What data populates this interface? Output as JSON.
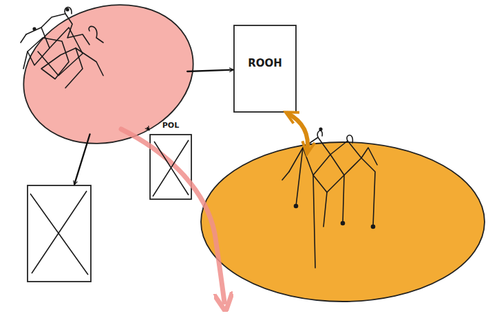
{
  "diagram": {
    "nodes": [
      {
        "text": []
      },
      {
        "text": [
          "ROOH"
        ]
      },
      {
        "text": [
          "POL"
        ]
      },
      {
        "text": []
      },
      {
        "text": []
      }
    ],
    "edges": [
      {
        "from": 0,
        "to": 1,
        "arrow": "to"
      },
      {
        "from": 0,
        "to": 2,
        "arrow": "to"
      },
      {
        "from": 0,
        "to": 3,
        "arrow": "to"
      },
      {
        "from": 1,
        "to": 4,
        "arrow": "both"
      }
    ]
  }
}
